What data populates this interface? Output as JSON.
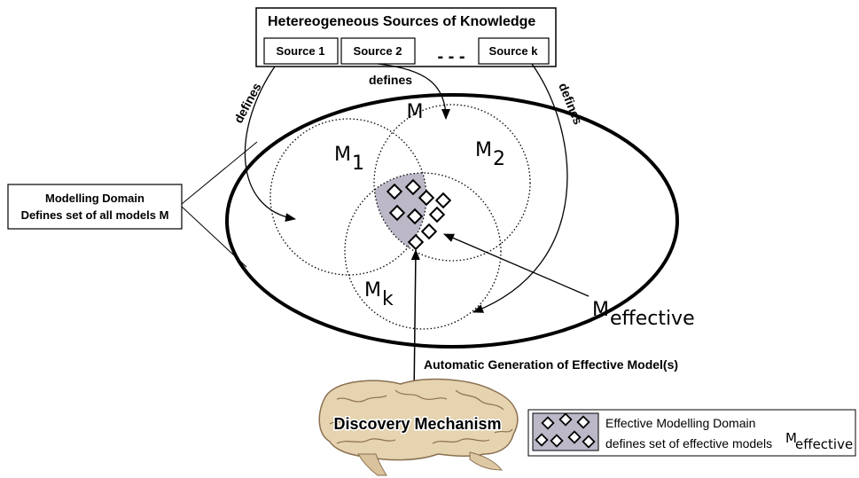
{
  "header": {
    "title": "Hetereogeneous Sources of Knowledge",
    "sources": [
      "Source 1",
      "Source 2",
      "Source k"
    ],
    "ellipsis": "- - -"
  },
  "arrows": {
    "defines_1": "defines",
    "defines_2": "defines",
    "defines_3": "defines"
  },
  "sets": {
    "m": "M",
    "m1_base": "M",
    "m1_sub": "1",
    "m2_base": "M",
    "m2_sub": "2",
    "mk_base": "M",
    "mk_sub": "k",
    "meff_base": "M",
    "meff_sub": "effective"
  },
  "modelling_domain": {
    "line1": "Modelling Domain",
    "line2": "Defines set of all models M"
  },
  "automatic_generation": "Automatic Generation of Effective Model(s)",
  "discovery": "Discovery Mechanism",
  "legend": {
    "line1": "Effective Modelling Domain",
    "line2_prefix": "defines set of effective models ",
    "line2_base": "M",
    "line2_sub": "effective"
  },
  "colors": {
    "effective_fill": "#bcb8c8",
    "brain_fill": "#e6d3b0",
    "brain_stroke": "#8a7050"
  }
}
